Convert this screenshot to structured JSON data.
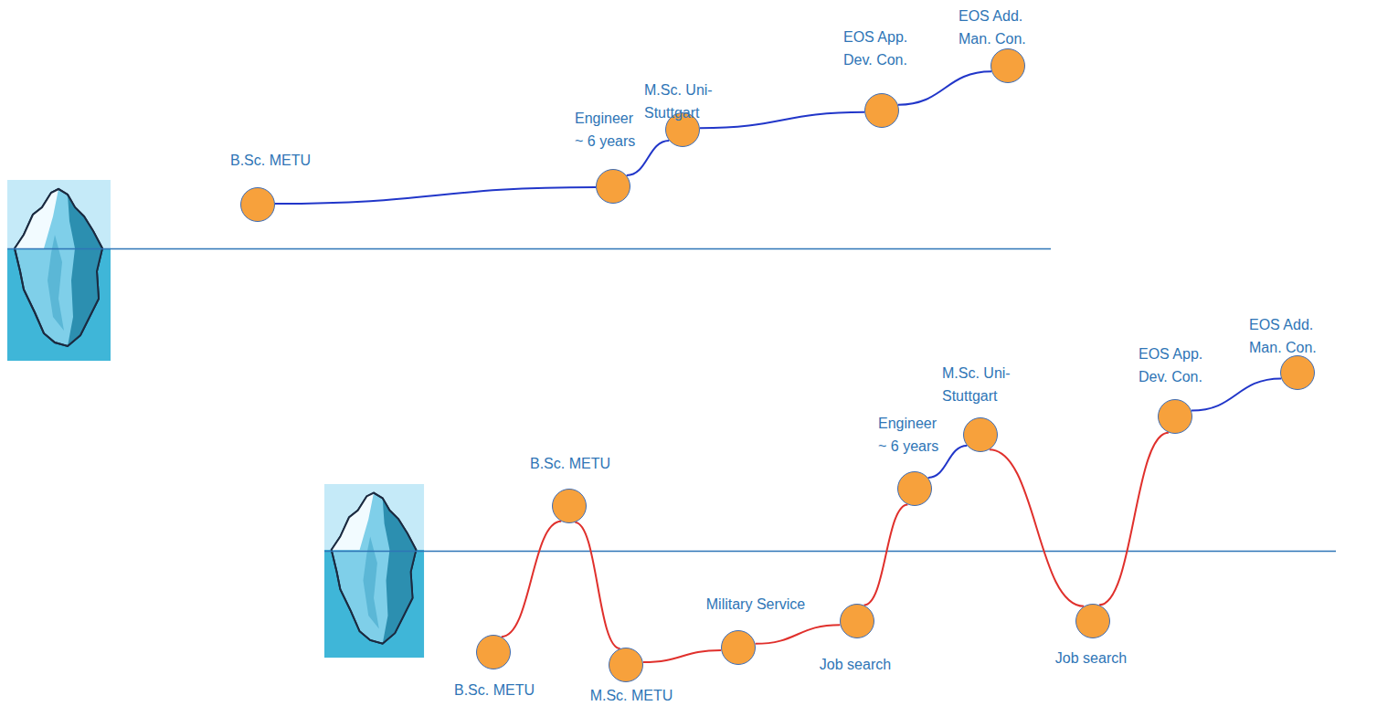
{
  "diagram": {
    "nodes": [
      {
        "text": [
          "B.Sc. METU"
        ]
      },
      {
        "text": [
          "Engineer ~ 6 years"
        ]
      },
      {
        "text": [
          "M.Sc. Uni-Stuttgart"
        ]
      },
      {
        "text": [
          "EOS App. Dev. Con."
        ]
      },
      {
        "text": [
          "EOS Add. Man. Con."
        ]
      },
      {
        "text": [
          "B.Sc. METU"
        ]
      },
      {
        "text": [
          "B.Sc. METU"
        ]
      },
      {
        "text": [
          "M.Sc. METU"
        ]
      },
      {
        "text": [
          "Military Service"
        ]
      },
      {
        "text": [
          "Job search"
        ]
      },
      {
        "text": [
          "Engineer ~ 6 years"
        ]
      },
      {
        "text": [
          "M.Sc. Uni-Stuttgart"
        ]
      },
      {
        "text": [
          "Job search"
        ]
      },
      {
        "text": [
          "EOS App. Dev. Con."
        ]
      },
      {
        "text": [
          "EOS Add. Man. Con."
        ]
      }
    ],
    "edges": [
      {
        "from": 0,
        "to": 1,
        "arrow": "none"
      },
      {
        "from": 1,
        "to": 2,
        "arrow": "none"
      },
      {
        "from": 2,
        "to": 3,
        "arrow": "none"
      },
      {
        "from": 3,
        "to": 4,
        "arrow": "none"
      },
      {
        "from": 5,
        "to": 6,
        "arrow": "none"
      },
      {
        "from": 6,
        "to": 7,
        "arrow": "none"
      },
      {
        "from": 7,
        "to": 8,
        "arrow": "none"
      },
      {
        "from": 8,
        "to": 9,
        "arrow": "none"
      },
      {
        "from": 9,
        "to": 10,
        "arrow": "none"
      },
      {
        "from": 10,
        "to": 11,
        "arrow": "none"
      },
      {
        "from": 11,
        "to": 12,
        "arrow": "none"
      },
      {
        "from": 12,
        "to": 13,
        "arrow": "none"
      },
      {
        "from": 13,
        "to": 14,
        "arrow": "none"
      }
    ]
  }
}
